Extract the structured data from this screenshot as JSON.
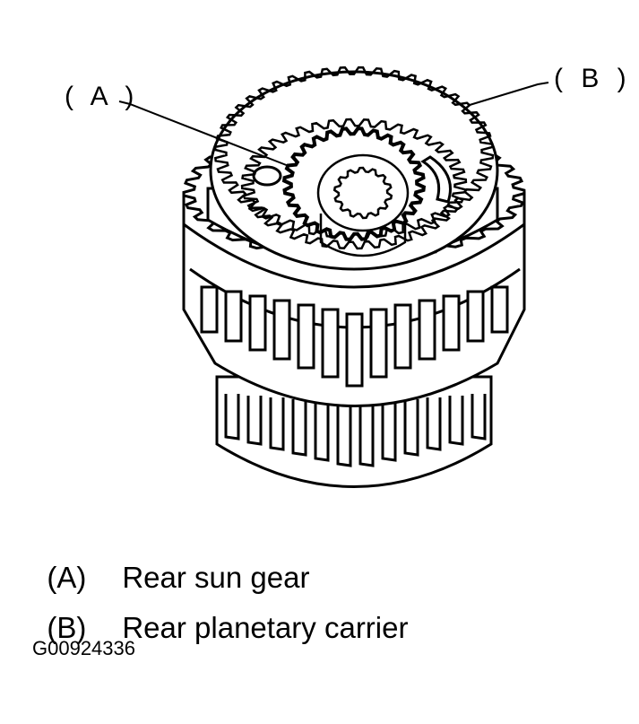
{
  "callouts": {
    "a": "( A )",
    "b": "( B )"
  },
  "legend": [
    {
      "key": "(A)",
      "label": "Rear sun gear"
    },
    {
      "key": "(B)",
      "label": "Rear planetary carrier"
    }
  ],
  "figure_id": "G00924336",
  "colors": {
    "ink": "#000000",
    "paper": "#ffffff"
  }
}
